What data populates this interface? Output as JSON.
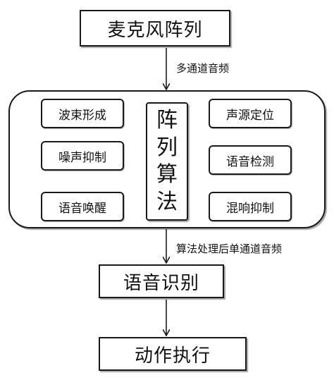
{
  "nodes": {
    "mic_array": "麦克风阵列",
    "speech_recognition": "语音识别",
    "action_execution": "动作执行"
  },
  "array_algorithm": {
    "title_chars": [
      "阵",
      "列",
      "算",
      "法"
    ],
    "left_modules": [
      "波束形成",
      "噪声抑制",
      "语音唤醒"
    ],
    "right_modules": [
      "声源定位",
      "语音检测",
      "混响抑制"
    ]
  },
  "edges": {
    "mic_to_algorithm": "多通道音频",
    "algorithm_to_recognition": "算法处理后单通道音频"
  }
}
